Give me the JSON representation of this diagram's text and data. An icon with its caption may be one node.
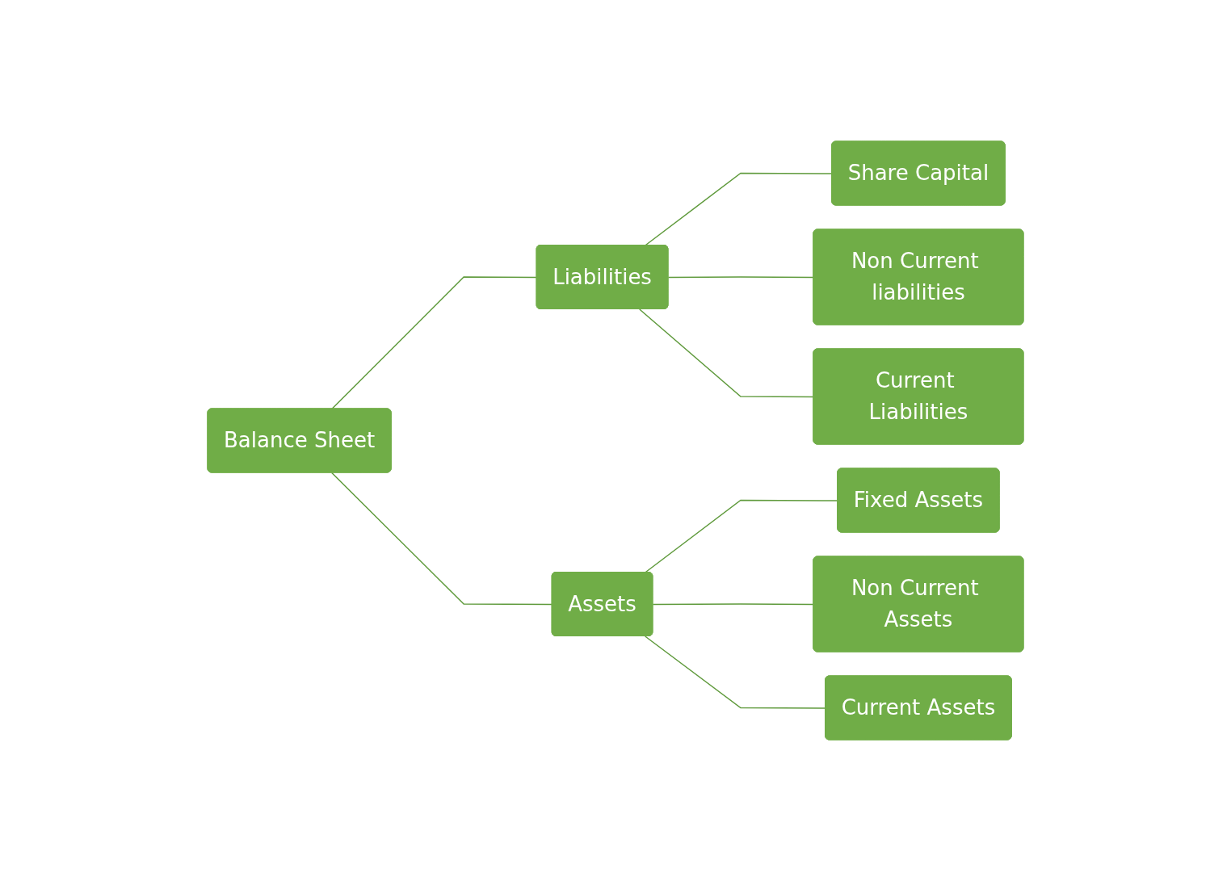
{
  "diagram": {
    "nodes": [
      {
        "text": [
          "Balance Sheet"
        ]
      },
      {
        "text": [
          "Liabilities"
        ]
      },
      {
        "text": [
          "Assets"
        ]
      },
      {
        "text": [
          "Share Capital"
        ]
      },
      {
        "text": [
          "Non Current liabilities"
        ]
      },
      {
        "text": [
          "Current Liabilities"
        ]
      },
      {
        "text": [
          "Fixed Assets"
        ]
      },
      {
        "text": [
          "Non Current Assets"
        ]
      },
      {
        "text": [
          "Current Assets"
        ]
      }
    ],
    "edges": [
      {
        "from": 0,
        "to": 1,
        "arrow": "none"
      },
      {
        "from": 0,
        "to": 2,
        "arrow": "none"
      },
      {
        "from": 1,
        "to": 3,
        "arrow": "none"
      },
      {
        "from": 1,
        "to": 4,
        "arrow": "none"
      },
      {
        "from": 1,
        "to": 5,
        "arrow": "none"
      },
      {
        "from": 2,
        "to": 6,
        "arrow": "none"
      },
      {
        "from": 2,
        "to": 7,
        "arrow": "none"
      },
      {
        "from": 2,
        "to": 8,
        "arrow": "none"
      }
    ]
  }
}
